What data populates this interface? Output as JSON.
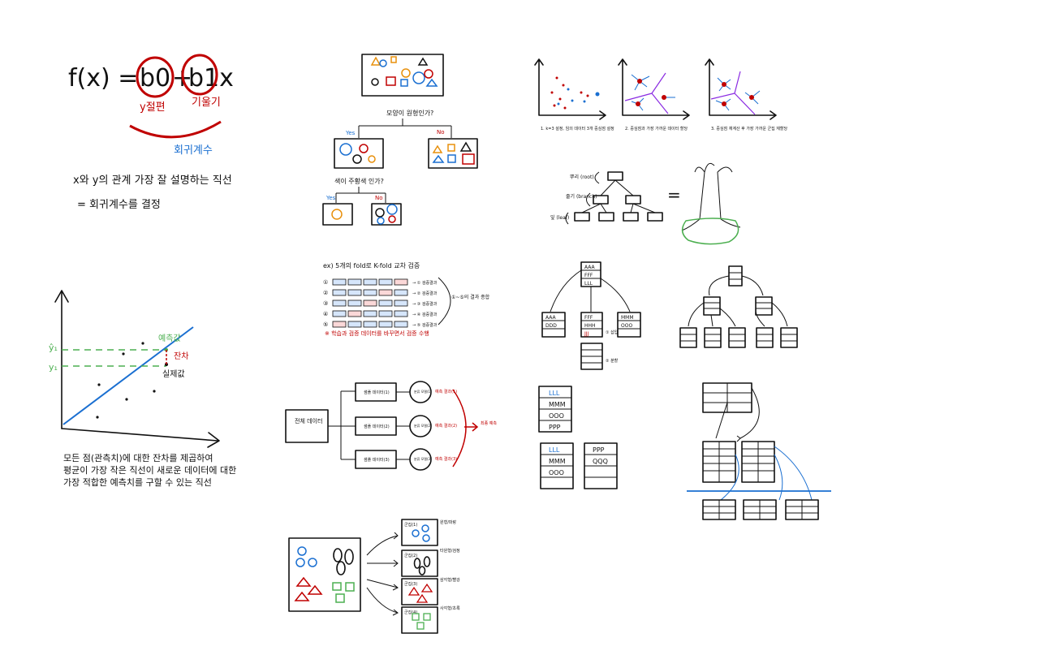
{
  "regression": {
    "formula_fx": "f(x) =",
    "formula_b0": "b0",
    "formula_plus": "+",
    "formula_b1x": "b1x",
    "label_intercept": "y절편",
    "label_slope": "기울기",
    "label_coef": "회귀계수",
    "desc_line1": "x와 y의 관계 가장 잘 설명하는 직선",
    "desc_line2": "= 회귀계수를 결정",
    "axis_y1": "ŷ₁",
    "axis_y2": "y₁",
    "label_pred": "예측값",
    "label_resid": "잔차",
    "label_actual": "실제값",
    "bottom_line1": "모든 점(관측치)에 대한 잔차를 제곱하여",
    "bottom_line2": "평균이 가장 작은 직선이 새로운 데이터에 대한",
    "bottom_line3": "가장 적합한 예측치를 구할 수 있는 직선"
  },
  "decision_tree": {
    "question1": "모양이 원형인가?",
    "yes": "Yes",
    "no": "No",
    "question2": "색이 주황색 인가?",
    "yes2": "Yes",
    "no2": "No"
  },
  "kfold": {
    "title": "ex) 5개의 fold로 K-fold 교차 검증",
    "rows": [
      "①",
      "②",
      "③",
      "④",
      "⑤"
    ],
    "results": [
      "→ ① 검증결과",
      "→ ② 검증결과",
      "→ ③ 검증결과",
      "→ ④ 검증결과",
      "→ ⑤ 검증결과"
    ],
    "right_note": "①~⑤의 결과 종합",
    "bottom_note": "※ 학습과 검증 데이터를 바꾸면서 검증 수행"
  },
  "bagging": {
    "data_label": "전체 데이터",
    "sub": [
      "샘플 데이터(1)",
      "샘플 데이터(2)",
      "샘플 데이터(3)"
    ],
    "models": [
      "분류 모델(1)",
      "분류 모델(2)",
      "분류 모델(3)"
    ],
    "results": [
      "예측 결과(1)",
      "예측 결과(2)",
      "예측 결과(3)"
    ],
    "final": "최종 예측"
  },
  "clustering_groups": {
    "groups": [
      "군집(1)",
      "군집(2)",
      "군집(3)",
      "군집(4)"
    ],
    "labels": [
      "원형/파랑",
      "타원형/검정",
      "삼각형/빨강",
      "사각형/초록"
    ]
  },
  "kmeans": {
    "captions": [
      "1. k=3 설정, 임의 데이터 3개 중심점 설정",
      "2. 중심점과 가장 가까운 데이터 할당",
      "3. 중심점 재계산 후 가장 가까운 군집 재할당"
    ]
  },
  "tree_diagram": {
    "labels": [
      "뿌리 (root)",
      "줄기 (branch)",
      "잎 (leaf)"
    ],
    "equals": "="
  },
  "btree": {
    "root_keys": [
      "AAA",
      "FFF",
      "LLL"
    ],
    "child_left": [
      "AAA",
      "DDD"
    ],
    "child_mid": [
      "FFF",
      "HHH",
      "JJJ"
    ],
    "child_right": [
      "MMM",
      "OOO"
    ],
    "insert_note": "① 삽입",
    "split_note": "② 분할",
    "node_top": "LLL",
    "node_list": [
      "LLL",
      "MMM",
      "OOO",
      "PPP"
    ],
    "node_a": [
      "LLL",
      "MMM",
      "OOO"
    ],
    "node_b": [
      "PPP",
      "QQQ"
    ]
  }
}
